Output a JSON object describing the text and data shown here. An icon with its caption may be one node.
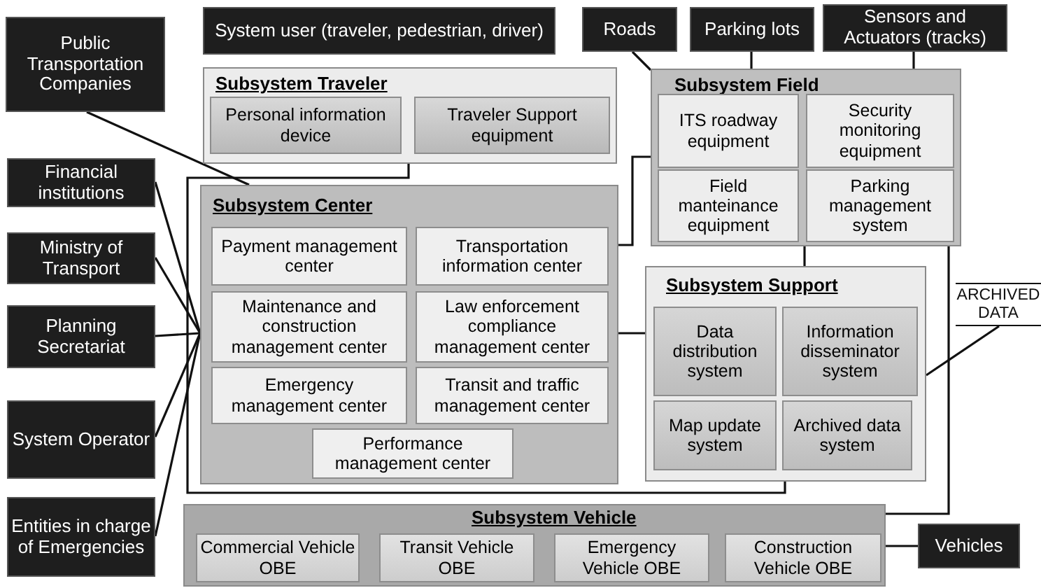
{
  "diagram": {
    "nodes": [
      {
        "text": [
          "System user (traveler, pedestrian, driver)"
        ]
      },
      {
        "text": [
          "Roads"
        ]
      },
      {
        "text": [
          "Parking lots"
        ]
      },
      {
        "text": [
          "Sensors and Actuators (tracks)"
        ]
      },
      {
        "text": [
          "Public Transportation Companies"
        ]
      },
      {
        "text": [
          "Subsystem Traveler"
        ]
      },
      {
        "text": [
          "Personal information device"
        ],
        "in": 5
      },
      {
        "text": [
          "Traveler Support equipment"
        ],
        "in": 5
      },
      {
        "text": [
          "Subsystem Field"
        ]
      },
      {
        "text": [
          "ITS roadway equipment"
        ],
        "in": 8
      },
      {
        "text": [
          "Security monitoring equipment"
        ],
        "in": 8
      },
      {
        "text": [
          "Field manteinance equipment"
        ],
        "in": 8
      },
      {
        "text": [
          "Parking management system"
        ],
        "in": 8
      },
      {
        "text": [
          "Financial institutions"
        ]
      },
      {
        "text": [
          "Ministry of Transport"
        ]
      },
      {
        "text": [
          "Subsystem Center"
        ]
      },
      {
        "text": [
          "Payment management center"
        ],
        "in": 15
      },
      {
        "text": [
          "Transportation information center"
        ],
        "in": 15
      },
      {
        "text": [
          "Maintenance and construction management center"
        ],
        "in": 15
      },
      {
        "text": [
          "Law enforcement compliance management center"
        ],
        "in": 15
      },
      {
        "text": [
          "Emergency management center"
        ],
        "in": 15
      },
      {
        "text": [
          "Transit and traffic management center"
        ],
        "in": 15
      },
      {
        "text": [
          "Performance management center"
        ],
        "in": 15
      },
      {
        "text": [
          "Planning Secretariat"
        ]
      },
      {
        "text": [
          "Subsystem Support"
        ]
      },
      {
        "text": [
          "Data distribution system"
        ],
        "in": 24
      },
      {
        "text": [
          "Information disseminator system"
        ],
        "in": 24
      },
      {
        "text": [
          "Map update system"
        ],
        "in": 24
      },
      {
        "text": [
          "Archived data system"
        ],
        "in": 24
      },
      {
        "text": [
          "ARCHIVED DATA"
        ]
      },
      {
        "text": [
          "System Operator"
        ]
      },
      {
        "text": [
          "Entities in charge of Emergencies"
        ]
      },
      {
        "text": [
          "Subsystem Vehicle"
        ]
      },
      {
        "text": [
          "Commercial Vehicle OBE"
        ],
        "in": 32
      },
      {
        "text": [
          "Transit Vehicle OBE"
        ],
        "in": 32
      },
      {
        "text": [
          "Emergency Vehicle OBE"
        ],
        "in": 32
      },
      {
        "text": [
          "Construction Vehicle OBE"
        ],
        "in": 32
      },
      {
        "text": [
          "Vehicles"
        ]
      }
    ],
    "edges": [
      {
        "from": 1,
        "to": 8,
        "arrow": "none"
      },
      {
        "from": 2,
        "to": 8,
        "arrow": "none"
      },
      {
        "from": 3,
        "to": 8,
        "arrow": "none"
      },
      {
        "from": 4,
        "to": 15,
        "arrow": "none"
      },
      {
        "from": 13,
        "to": 15,
        "arrow": "none"
      },
      {
        "from": 14,
        "to": 15,
        "arrow": "none"
      },
      {
        "from": 23,
        "to": 15,
        "arrow": "none"
      },
      {
        "from": 30,
        "to": 15,
        "arrow": "none"
      },
      {
        "from": 31,
        "to": 15,
        "arrow": "none"
      },
      {
        "from": 5,
        "to": 24,
        "arrow": "none"
      },
      {
        "from": 15,
        "to": 8,
        "arrow": "none"
      },
      {
        "from": 15,
        "to": 24,
        "arrow": "none"
      },
      {
        "from": 8,
        "to": 24,
        "arrow": "none"
      },
      {
        "from": 8,
        "to": 32,
        "arrow": "none"
      },
      {
        "from": 24,
        "to": 29,
        "arrow": "none"
      },
      {
        "from": 32,
        "to": 37,
        "arrow": "none"
      }
    ]
  }
}
